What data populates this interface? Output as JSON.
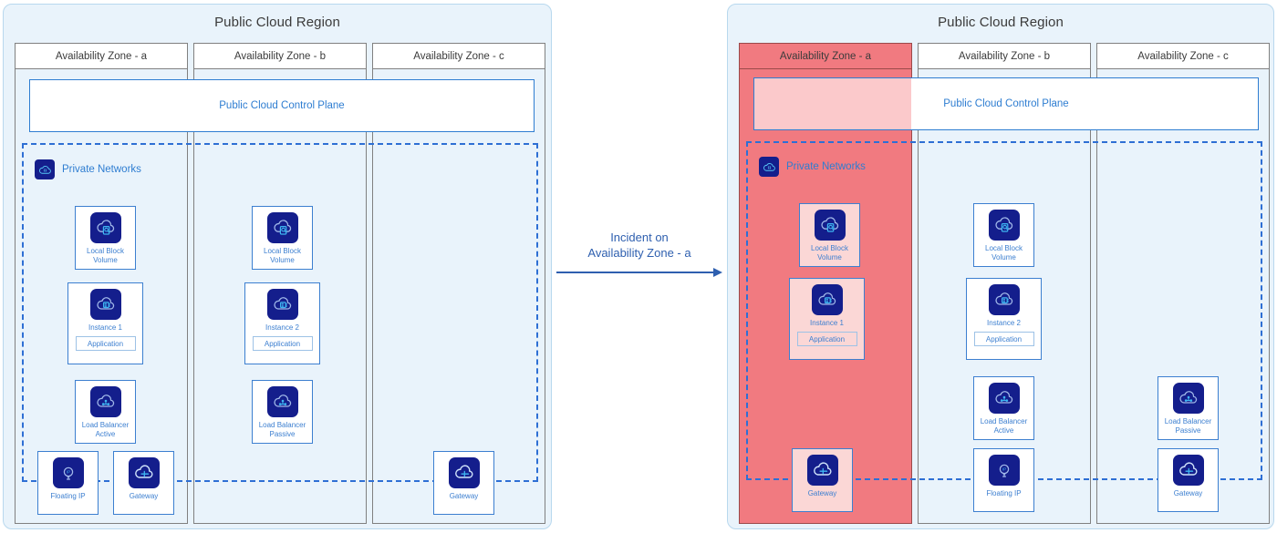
{
  "colors": {
    "region_bg": "#E9F3FB",
    "region_border": "#B8D8EE",
    "az_border": "#808080",
    "accent_blue": "#2E7DD1",
    "card_border": "#3C7FD0",
    "icon_navy": "#141E8C",
    "impact_red": "#F17A80",
    "impact_pink_light": "#FBC9CB",
    "impact_card_pink": "#FBD7D6",
    "arrow_blue": "#2E5FAF"
  },
  "annotation": {
    "line1": "Incident on",
    "line2": "Availability Zone - a",
    "arrow_icon": "arrow-right-icon"
  },
  "panels": [
    {
      "id": "before",
      "region_title": "Public Cloud Region",
      "control_plane_label": "Public Cloud Control Plane",
      "private_networks_label": "Private Networks",
      "private_networks_icon": "private-network-cloud-icon",
      "zones": [
        {
          "id": "az-a",
          "title": "Availability Zone - a",
          "impacted": false,
          "resources": [
            {
              "name": "local-block-volume",
              "label": "Local Block Volume",
              "icon": "block-volume-cloud-icon",
              "sub": null
            },
            {
              "name": "instance-1",
              "label": "Instance 1",
              "icon": "instance-cloud-icon",
              "sub": "Application"
            },
            {
              "name": "load-balancer-active",
              "label": "Load Balancer Active",
              "icon": "load-balancer-cloud-icon",
              "sub": null
            },
            {
              "name": "floating-ip",
              "label": "Floating IP",
              "icon": "floating-ip-icon",
              "sub": null
            },
            {
              "name": "gateway",
              "label": "Gateway",
              "icon": "gateway-cloud-icon",
              "sub": null
            }
          ]
        },
        {
          "id": "az-b",
          "title": "Availability Zone - b",
          "impacted": false,
          "resources": [
            {
              "name": "local-block-volume",
              "label": "Local Block Volume",
              "icon": "block-volume-cloud-icon",
              "sub": null
            },
            {
              "name": "instance-2",
              "label": "Instance 2",
              "icon": "instance-cloud-icon",
              "sub": "Application"
            },
            {
              "name": "load-balancer-passive",
              "label": "Load Balancer Passive",
              "icon": "load-balancer-cloud-icon",
              "sub": null
            }
          ]
        },
        {
          "id": "az-c",
          "title": "Availability Zone - c",
          "impacted": false,
          "resources": [
            {
              "name": "gateway",
              "label": "Gateway",
              "icon": "gateway-cloud-icon",
              "sub": null
            }
          ]
        }
      ]
    },
    {
      "id": "after",
      "region_title": "Public Cloud Region",
      "control_plane_label": "Public Cloud Control Plane",
      "private_networks_label": "Private Networks",
      "private_networks_icon": "private-network-cloud-icon",
      "zones": [
        {
          "id": "az-a",
          "title": "Availability Zone - a",
          "impacted": true,
          "resources": [
            {
              "name": "local-block-volume",
              "label": "Local Block Volume",
              "icon": "block-volume-cloud-icon",
              "sub": null
            },
            {
              "name": "instance-1",
              "label": "Instance 1",
              "icon": "instance-cloud-icon",
              "sub": "Application"
            },
            {
              "name": "gateway",
              "label": "Gateway",
              "icon": "gateway-cloud-icon",
              "sub": null
            }
          ]
        },
        {
          "id": "az-b",
          "title": "Availability Zone - b",
          "impacted": false,
          "resources": [
            {
              "name": "local-block-volume",
              "label": "Local Block Volume",
              "icon": "block-volume-cloud-icon",
              "sub": null
            },
            {
              "name": "instance-2",
              "label": "Instance 2",
              "icon": "instance-cloud-icon",
              "sub": "Application"
            },
            {
              "name": "load-balancer-active",
              "label": "Load Balancer Active",
              "icon": "load-balancer-cloud-icon",
              "sub": null
            },
            {
              "name": "floating-ip",
              "label": "Floating IP",
              "icon": "floating-ip-icon",
              "sub": null
            }
          ]
        },
        {
          "id": "az-c",
          "title": "Availability Zone - c",
          "impacted": false,
          "resources": [
            {
              "name": "load-balancer-passive",
              "label": "Load Balancer Passive",
              "icon": "load-balancer-cloud-icon",
              "sub": null
            },
            {
              "name": "gateway",
              "label": "Gateway",
              "icon": "gateway-cloud-icon",
              "sub": null
            }
          ]
        }
      ]
    }
  ]
}
